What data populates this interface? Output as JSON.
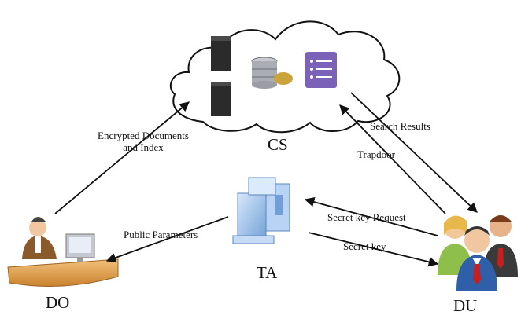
{
  "nodes": {
    "cs": {
      "label": "CS"
    },
    "ta": {
      "label": "TA"
    },
    "do": {
      "label": "DO"
    },
    "du": {
      "label": "DU"
    }
  },
  "edges": {
    "do_to_cs": "Encrypted Documents\nand Index",
    "cs_to_du": "Search Results",
    "du_to_cs": "Trapdoor",
    "du_to_ta": "Secret key Request",
    "ta_to_du": "Secret key",
    "ta_to_do": "Public Parameters"
  },
  "colors": {
    "server_dark": "#2b2b2b",
    "storage_gray": "#a9acb3",
    "document_purple": "#7b61b8",
    "ta_blue": "#8fb7e6",
    "desk_orange": "#d89a4a",
    "user_red_tie": "#c81e1e",
    "user_blue_suit": "#2f5fa8"
  },
  "icons": [
    "cloud-icon",
    "server-icon",
    "database-icon",
    "document-icon",
    "building-icon",
    "desk-user-icon",
    "user-group-icon"
  ]
}
